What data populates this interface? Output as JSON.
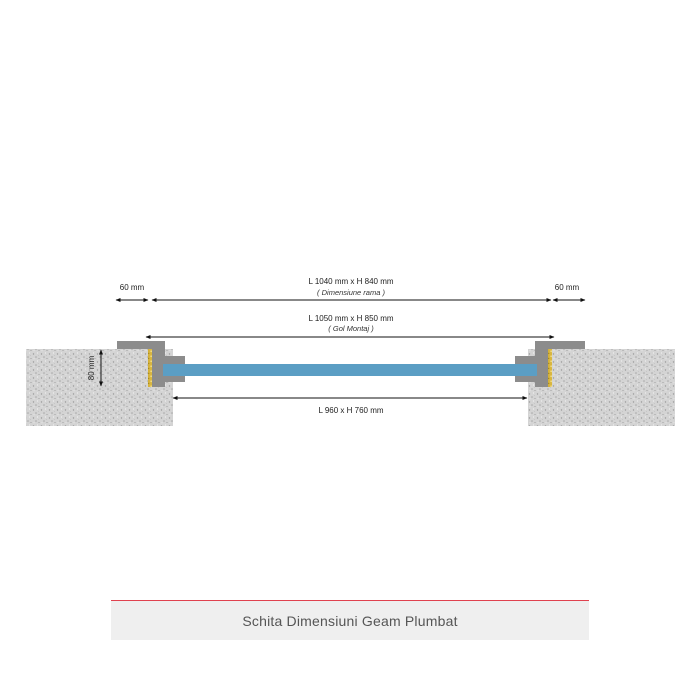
{
  "dimensions": {
    "left_margin": "60 mm",
    "right_margin": "60 mm",
    "frame_size": "L 1040 mm x H 840 mm",
    "frame_note": "( Dimensiune rama )",
    "opening_size": "L 1050 mm x H 850 mm",
    "opening_note": "( Gol Montaj )",
    "depth": "80 mm",
    "glass_size": "L 960 x H 760 mm"
  },
  "caption": "Schita Dimensiuni Geam Plumbat",
  "colors": {
    "concrete": "#d2d2d2",
    "frame": "#8c8c8c",
    "glass": "#5b9ec4",
    "insulation": "#d8b640",
    "accent_line": "#e0424f"
  }
}
